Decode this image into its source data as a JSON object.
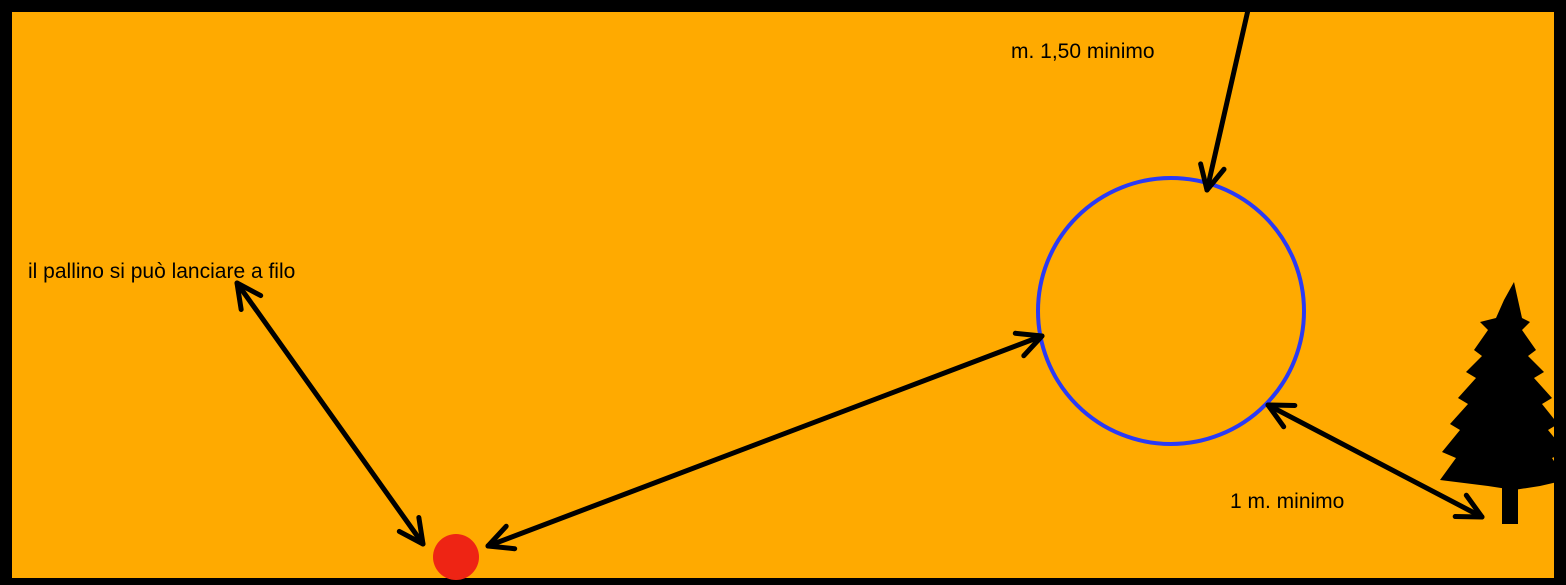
{
  "colors": {
    "frame": "#000000",
    "field": "#FFAA00",
    "circle": "#2A3AF5",
    "ball": "#EE2414",
    "ink": "#000000"
  },
  "labels": {
    "throw_to_edge": "il pallino si può lanciare a filo",
    "circle_distance": "m. 1,50 minimo",
    "tree_distance": "1 m. minimo"
  },
  "icons": {
    "tree": "tree-icon",
    "ball": "pallino-ball"
  }
}
